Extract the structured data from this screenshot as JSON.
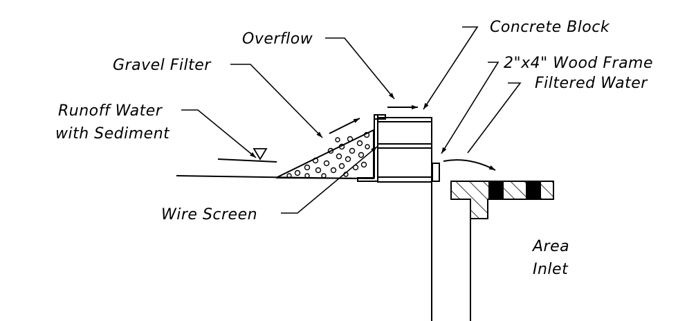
{
  "labels": {
    "concrete_block": "Concrete Block",
    "overflow": "Overflow",
    "wood_frame": "2\"x4\" Wood Frame",
    "gravel_filter": "Gravel Filter",
    "filtered_water": "Filtered Water",
    "runoff_line1": "Runoff Water",
    "runoff_line2": "with Sediment",
    "wire_screen": "Wire Screen",
    "area_line1": "Area",
    "area_line2": "Inlet"
  },
  "colors": {
    "ink": "#000000",
    "background": "#ffffff"
  }
}
